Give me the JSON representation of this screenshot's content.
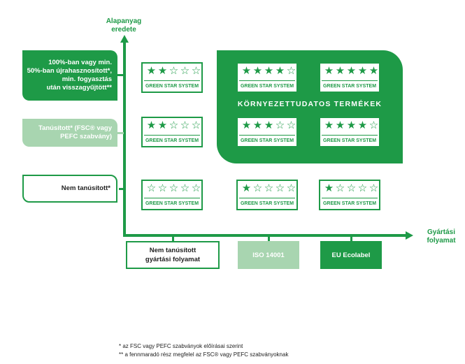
{
  "axis_y_label": "Alapanyag\neredete",
  "axis_x_label": "Gyártási\nfolyamat",
  "rows": [
    {
      "label": "100%-ban vagy min.\n50%-ban újrahasznosított*,\nmin. fogyasztás\nután visszagyűjtött**"
    },
    {
      "label": "Tanúsított* (FSC® vagy\nPEFC szabvány)"
    },
    {
      "label": "Nem tanúsított*"
    }
  ],
  "columns": [
    {
      "label": "Nem tanúsított\ngyártási folyamat"
    },
    {
      "label": "ISO 14001"
    },
    {
      "label": "EU Ecolabel"
    }
  ],
  "region_title": "KÖRNYEZETTUDATOS TERMÉKEK",
  "badge_text": "GREEN STAR SYSTEM",
  "ratings": [
    [
      2,
      4,
      5
    ],
    [
      2,
      3,
      4
    ],
    [
      0,
      1,
      1
    ]
  ],
  "max_stars": 5,
  "footnotes": [
    "* az FSC vagy PEFC szabványok előírásai szerint",
    "** a fennmaradó rész megfelel az FSC® vagy PEFC szabványoknak"
  ],
  "colors": {
    "primary": "#1e9a47",
    "light": "#a8d5b0"
  }
}
